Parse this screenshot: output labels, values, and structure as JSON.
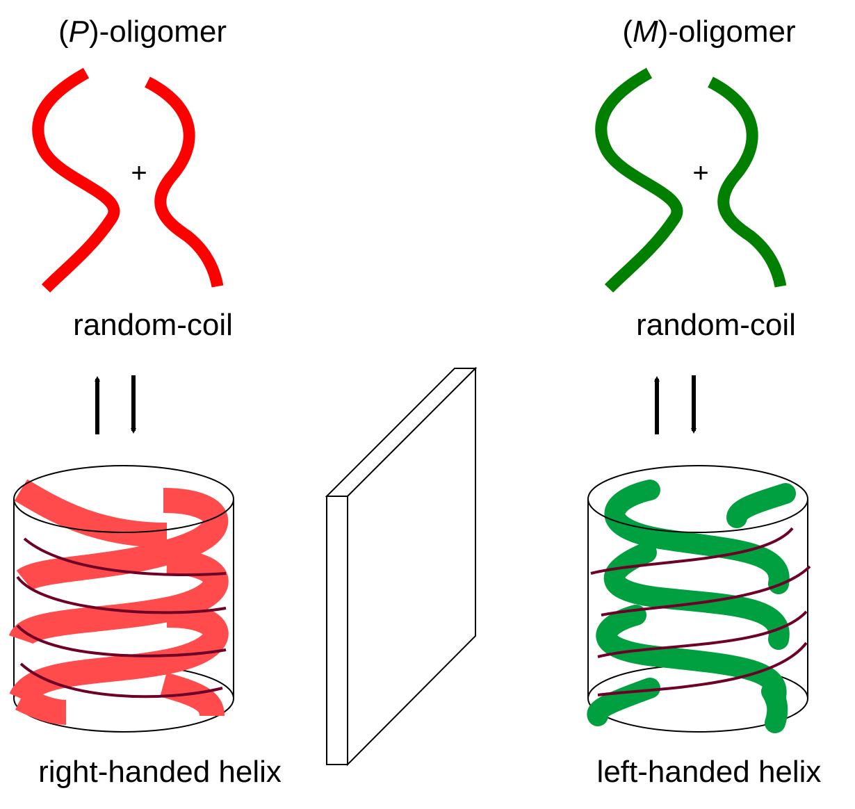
{
  "left": {
    "oligomer_prefix": "(",
    "oligomer_letter": "P",
    "oligomer_suffix": ")-oligomer",
    "plus": "+",
    "coil_label": "random-coil",
    "helix_label": "right-handed helix",
    "color": "#ff0000",
    "helix_color": "#ff4b4b"
  },
  "right": {
    "oligomer_prefix": "(",
    "oligomer_letter": "M",
    "oligomer_suffix": ")-oligomer",
    "plus": "+",
    "coil_label": "random-coil",
    "helix_label": "left-handed helix",
    "color": "#007f00",
    "helix_color": "#00a040"
  },
  "colors": {
    "helix_line": "#6e0028",
    "outline": "#000000"
  }
}
